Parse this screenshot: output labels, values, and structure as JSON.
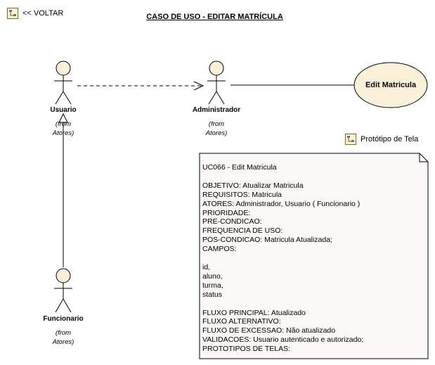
{
  "nav": {
    "back_label": "<< VOLTAR",
    "prototype_label": "Protótipo de Tela"
  },
  "diagram": {
    "title": "CASO DE USO - EDITAR MATRÍCULA",
    "actors": [
      {
        "name": "Usuario",
        "from_line1": "(from",
        "from_line2": "Atores)"
      },
      {
        "name": "Administrador",
        "from_line1": "(from",
        "from_line2": "Atores)"
      },
      {
        "name": "Funcionario",
        "from_line1": "(from",
        "from_line2": "Atores)"
      }
    ],
    "use_case": {
      "label": "Edit Matricula"
    },
    "note": {
      "lines": [
        "UC066 - Edit Matricula",
        "",
        "OBJETIVO: Atualizar Matricula",
        "REQUISITOS: Matricula",
        "ATORES: Administrador, Usuario ( Funcionario )",
        "PRIORIDADE:",
        "PRE-CONDICAO:",
        "FREQUENCIA DE USO:",
        "POS-CONDICAO: Matricula Atualizada;",
        "CAMPOS:",
        "",
        "id,",
        "aluno,",
        "turma,",
        "status",
        "",
        "FLUXO PRINCIPAL: Atualizado",
        "FLUXO ALTERNATIVO:",
        "FLUXO DE EXCESSAO: Não atualizado",
        "VALIDACOES: Usuario autenticado e autorizado;",
        "PROTOTIPOS DE TELAS:"
      ]
    }
  }
}
